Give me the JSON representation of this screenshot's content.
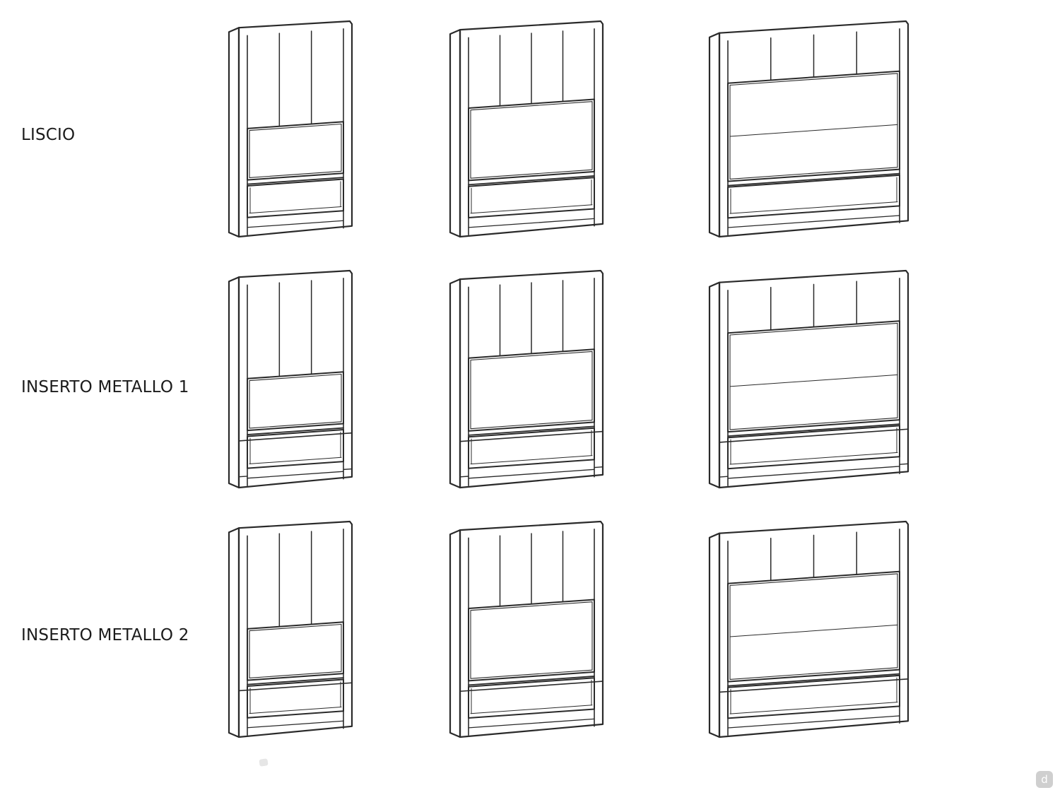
{
  "rows": [
    {
      "label": "LISCIO",
      "variant": "liscio"
    },
    {
      "label": "INSERTO METALLO 1",
      "variant": "metallo-1"
    },
    {
      "label": "INSERTO METALLO 2",
      "variant": "metallo-2"
    }
  ],
  "columns": [
    {
      "variant": "3-panel"
    },
    {
      "variant": "4-panel"
    },
    {
      "variant": "4-panel-wide"
    }
  ],
  "colors": {
    "line": "#2a2a2a",
    "background": "#ffffff",
    "stamp": "#cfcfcf"
  },
  "corner_mark": {
    "glyph": "d"
  }
}
